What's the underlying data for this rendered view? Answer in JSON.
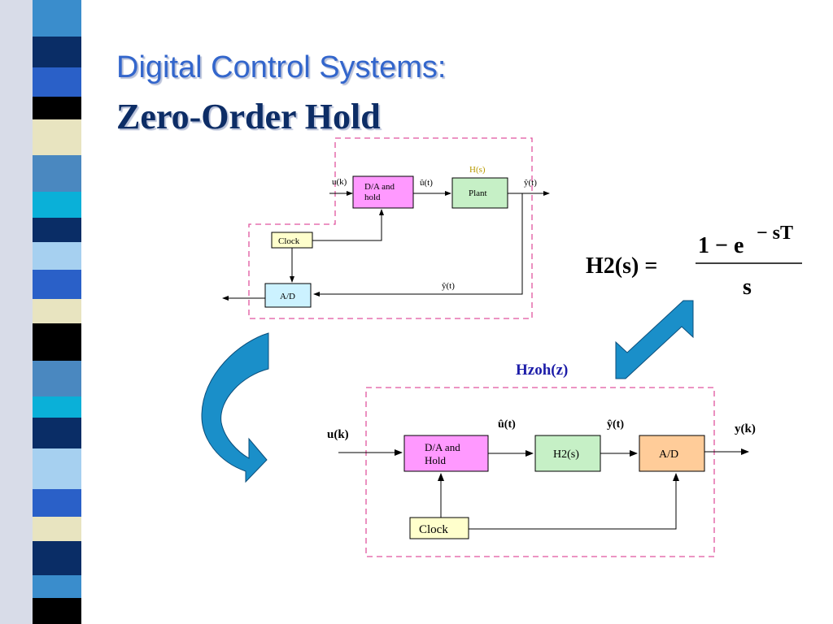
{
  "slide": {
    "title_line1": "Digital Control Systems:",
    "title_line2": "Zero-Order Hold"
  },
  "diagram_top": {
    "block_da": [
      "D/A and",
      "hold"
    ],
    "block_plant": "Plant",
    "block_clock": "Clock",
    "block_ad": "A/D",
    "label_hs": "H(s)",
    "signal_uk": "u(k)",
    "signal_uhat": "û(t)",
    "signal_yhat_out": "ŷ(t)",
    "signal_yhat_feedback": "ŷ(t)"
  },
  "equation": {
    "lhs": "H2(s) =",
    "numerator": "1 − e",
    "exponent": "− sT",
    "denominator": "s"
  },
  "diagram_bottom": {
    "label_hzoh": "Hzoh(z)",
    "block_da": [
      "D/A and",
      "Hold"
    ],
    "block_h2": "H2(s)",
    "block_ad": "A/D",
    "block_clock": "Clock",
    "signal_uk": "u(k)",
    "signal_uhat": "û(t)",
    "signal_yhat": "ŷ(t)",
    "signal_yk": "y(k)"
  },
  "colors": {
    "dashed_border": "#e0559f",
    "block_da": "#ff99ff",
    "block_plant": "#c6f0c6",
    "block_clock": "#ffffcc",
    "block_ad_top": "#ccf2ff",
    "block_ad_bottom": "#ffcc99",
    "arrow_fill": "#1a8fc9",
    "title_blue": "#3366cc",
    "title_dark": "#0d2d66"
  }
}
